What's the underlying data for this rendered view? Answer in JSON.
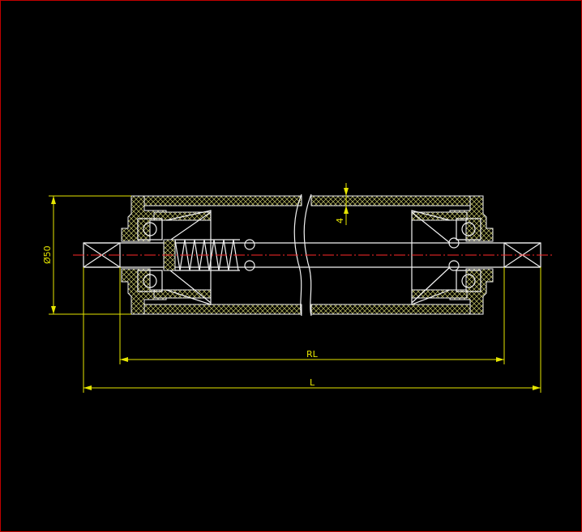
{
  "drawing": {
    "colors": {
      "background": "#000000",
      "frame": "#c00000",
      "dimension": "#e6e600",
      "outline": "#f2f2f2",
      "hatch": "#c9c96a",
      "centerline": "#ff2a2a"
    },
    "dimensions": {
      "diameter_label": "Ø50",
      "wall_label": "4",
      "rl_label": "RL",
      "l_label": "L"
    }
  }
}
